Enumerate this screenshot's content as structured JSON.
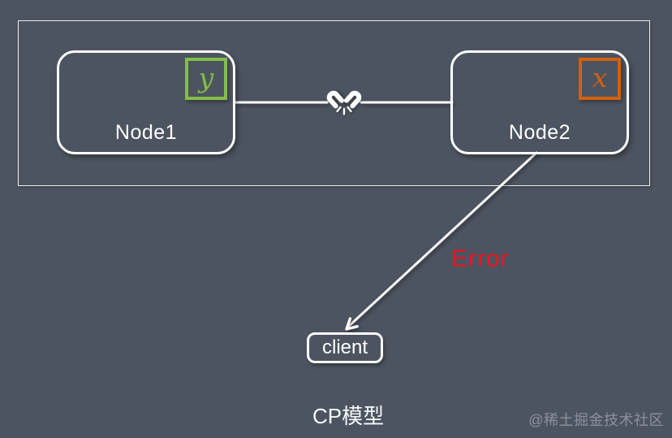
{
  "title": "CP模型",
  "watermark": "@稀土掘金技术社区",
  "nodes": {
    "node1": {
      "label": "Node1",
      "badge": "y"
    },
    "node2": {
      "label": "Node2",
      "badge": "x"
    }
  },
  "client": {
    "label": "client"
  },
  "error": {
    "label": "Error"
  },
  "link": {
    "status": "broken"
  },
  "colors": {
    "background": "#4d5461",
    "stroke": "#ffffff",
    "badge_y_green": "#84bc49",
    "badge_x_orange": "#d2610e",
    "error_red": "#ec1520",
    "watermark_gray": "#8b919d"
  }
}
